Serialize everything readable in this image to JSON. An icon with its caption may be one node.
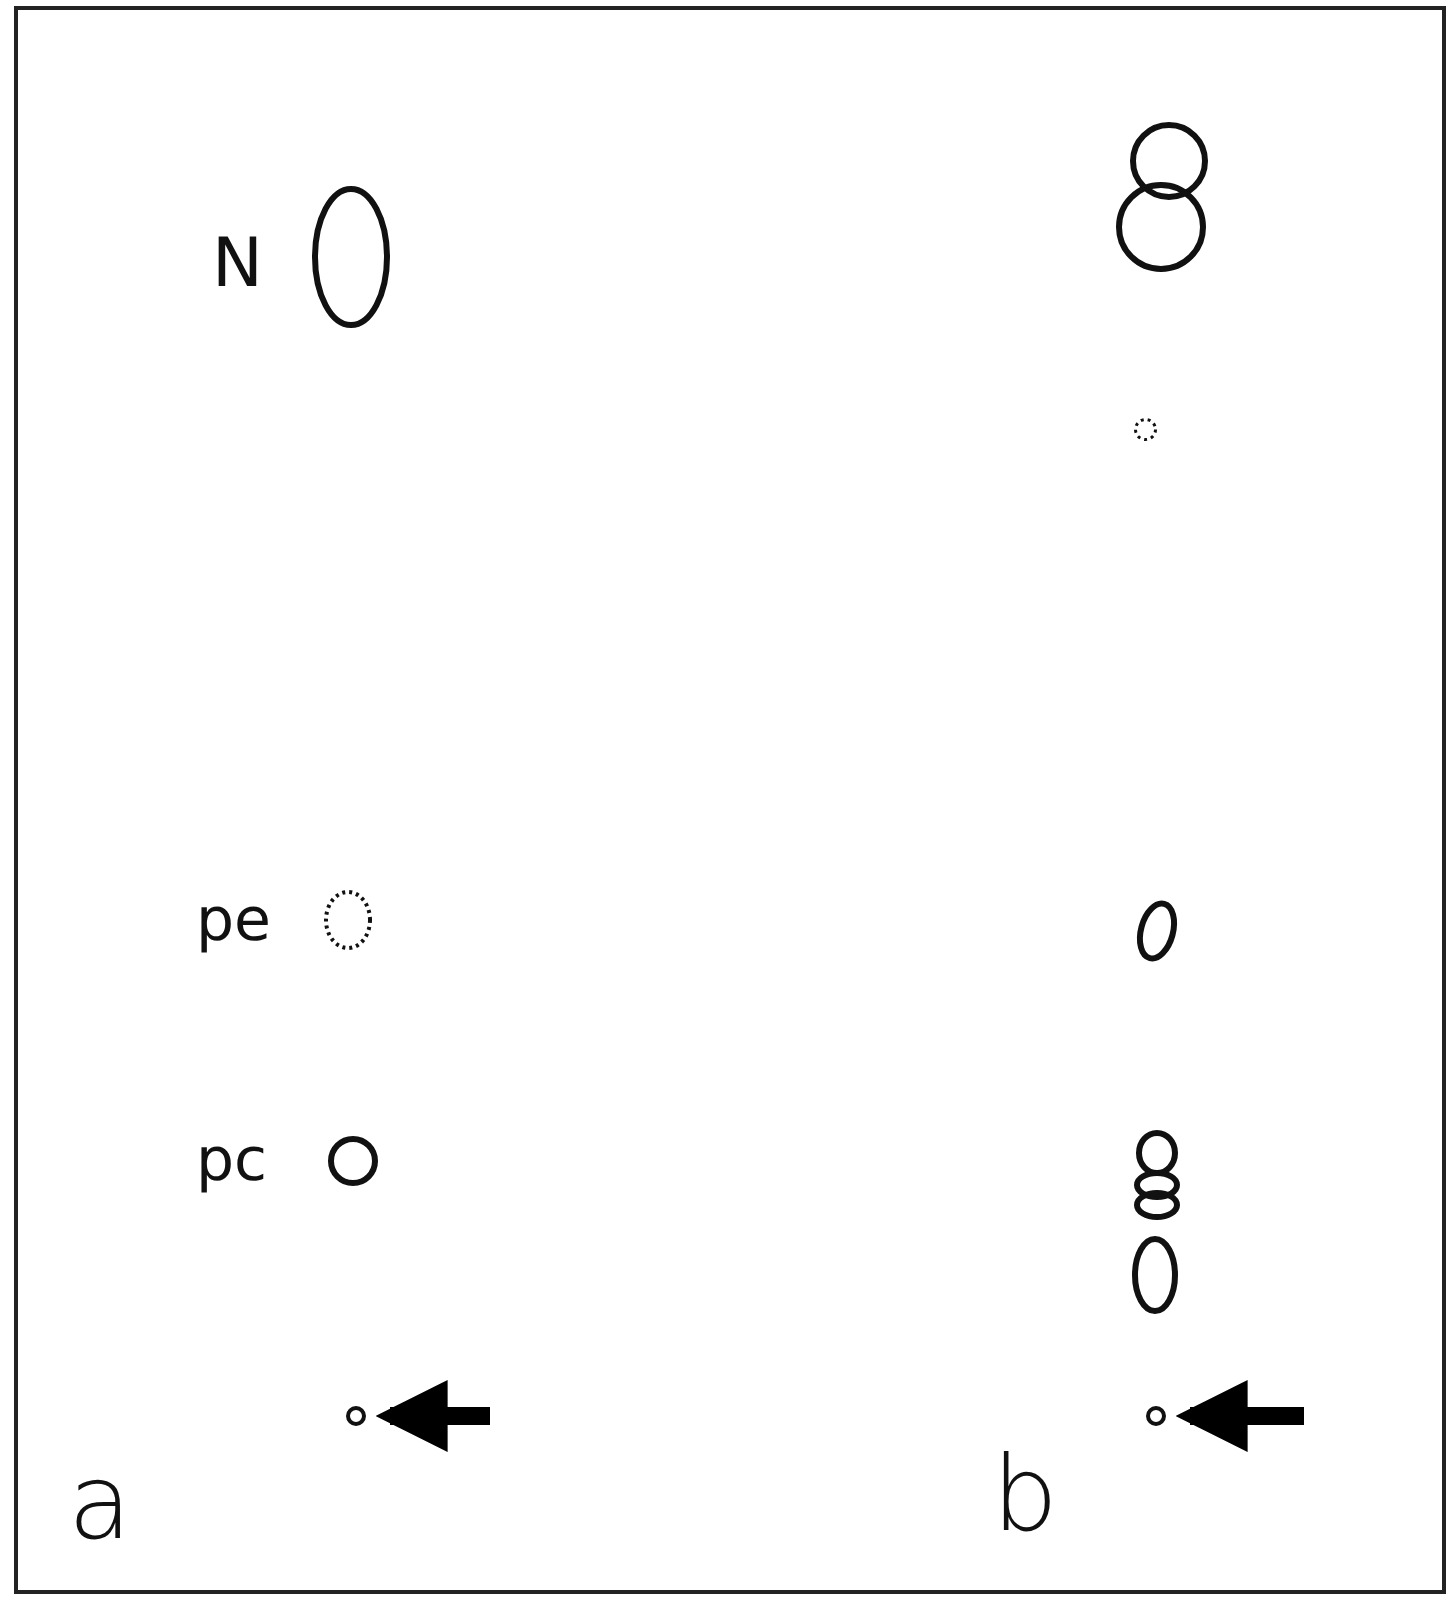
{
  "diagram": {
    "nodes": [
      {
        "text": [],
        "shape": "circle"
      },
      {
        "text": [],
        "shape": "circle"
      },
      {
        "text": [],
        "shape": "circle"
      },
      {
        "text": [],
        "shape": "circle"
      },
      {
        "text": [],
        "shape": "circle"
      },
      {
        "text": [],
        "shape": "circle"
      },
      {
        "text": [],
        "shape": "circle"
      },
      {
        "text": [],
        "shape": "circle"
      },
      {
        "text": [],
        "shape": "circle"
      },
      {
        "text": [],
        "shape": "circle"
      },
      {
        "text": [],
        "shape": "circle"
      },
      {
        "text": [],
        "shape": "circle"
      },
      {
        "text": [],
        "shape": "circle"
      }
    ],
    "edges": [
      {
        "from": null,
        "to": 3,
        "arrow": "to"
      },
      {
        "from": null,
        "to": 12,
        "arrow": "to"
      }
    ],
    "labels": [
      "N",
      "pe",
      "pc",
      "a",
      "b"
    ]
  }
}
